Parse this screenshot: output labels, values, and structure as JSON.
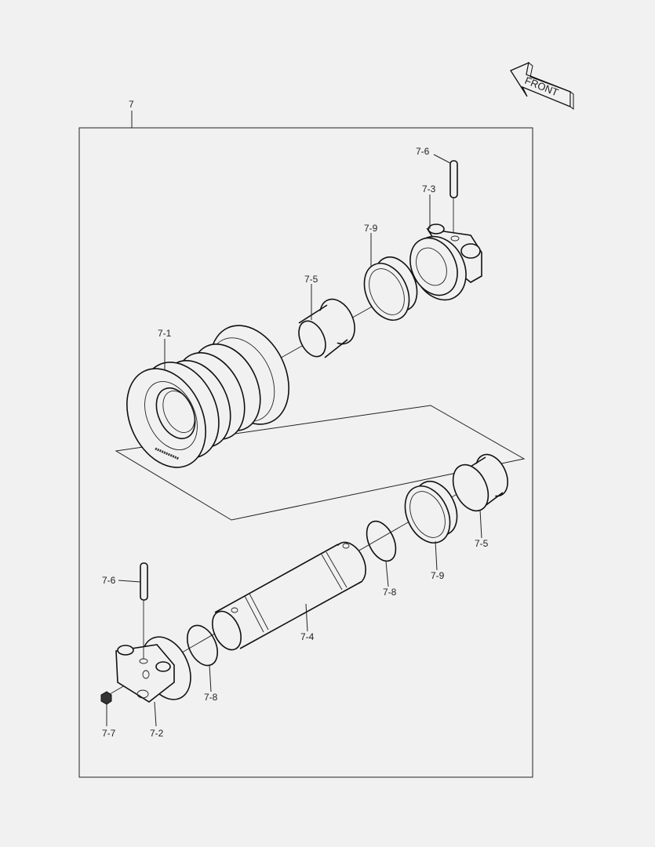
{
  "diagram": {
    "assembly_label": "7",
    "front_arrow_text": "FRONT",
    "part_labels": {
      "p7_6_top": "7-6",
      "p7_3": "7-3",
      "p7_9_top": "7-9",
      "p7_5_top": "7-5",
      "p7_1": "7-1",
      "p7_5_bottom": "7-5",
      "p7_9_bottom": "7-9",
      "p7_8_right": "7-8",
      "p7_4": "7-4",
      "p7_8_left": "7-8",
      "p7_6_bottom": "7-6",
      "p7_7": "7-7",
      "p7_2": "7-2"
    }
  }
}
